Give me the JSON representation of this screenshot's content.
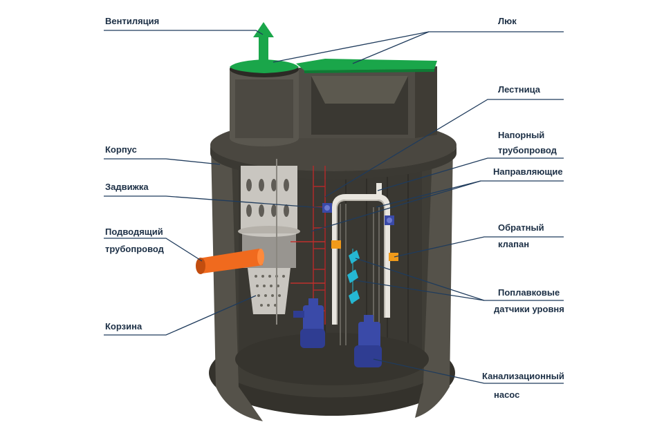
{
  "labels": {
    "ventilation": "Вентиляция",
    "hatch": "Люк",
    "ladder": "Лестница",
    "pressure_pipe_1": "Напорный",
    "pressure_pipe_2": "трубопровод",
    "guides": "Направляющие",
    "body": "Корпус",
    "gate_valve": "Задвижка",
    "inlet_pipe_1": "Подводящий",
    "inlet_pipe_2": "трубопровод",
    "check_valve_1": "Обратный",
    "check_valve_2": "клапан",
    "float_sensors_1": "Поплавковые",
    "float_sensors_2": "датчики уровня",
    "basket": "Корзина",
    "pump_1": "Канализационный",
    "pump_2": "насос"
  },
  "colors": {
    "label_text": "#1c2f45",
    "leader_line": "#1f3b5c",
    "tank_body": "#3f3d36",
    "tank_dark": "#2b2a25",
    "lid_green": "#1aa64a",
    "inlet_pipe": "#f06a1e",
    "pump_blue": "#3a4aa8",
    "float_cyan": "#25b7d3",
    "pressure_pipe": "#e9e6df",
    "valve_orange": "#f09a1a",
    "basket_gray": "#c9c6c0"
  }
}
